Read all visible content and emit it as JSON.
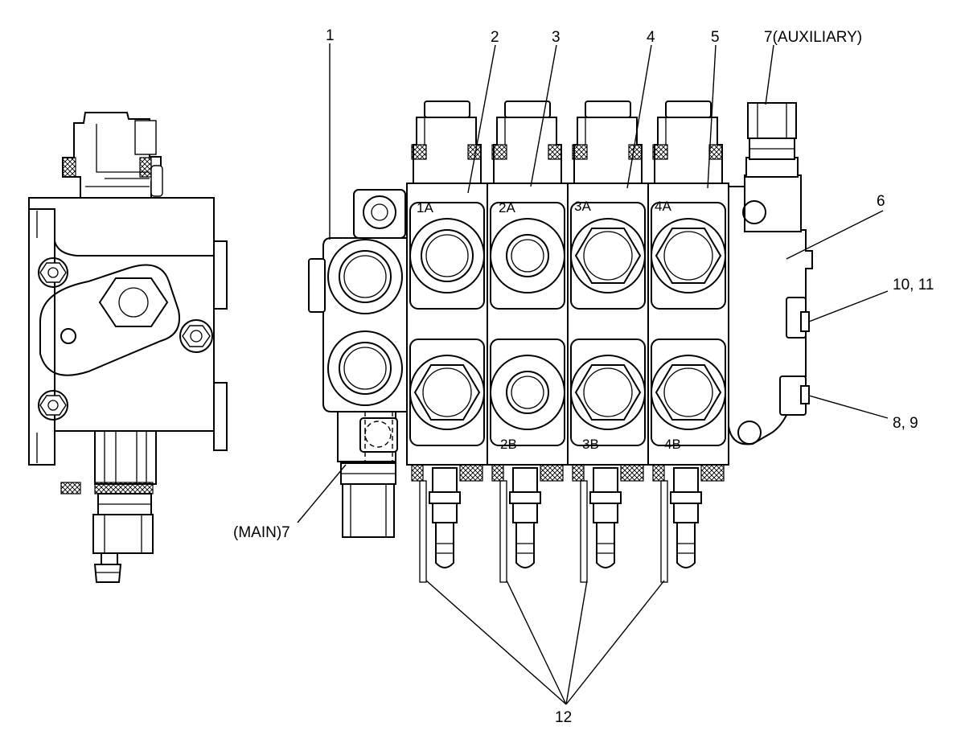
{
  "callouts": {
    "c1": "1",
    "c2": "2",
    "c3": "3",
    "c4": "4",
    "c5": "5",
    "c6": "6",
    "c7_aux": "7(AUXILIARY)",
    "c7_main": "(MAIN)7",
    "c8_9": "8,  9",
    "c10_11": "10, 11",
    "c12": "12"
  },
  "ports": {
    "p1A": "1A",
    "p2A": "2A",
    "p3A": "3A",
    "p4A": "4A",
    "p2B": "2B",
    "p3B": "3B",
    "p4B": "4B"
  },
  "colors": {
    "line": "#000000",
    "background": "#ffffff"
  }
}
